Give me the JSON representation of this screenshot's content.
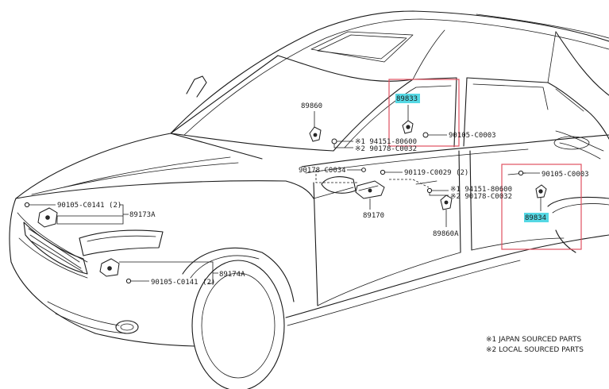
{
  "labels": {
    "p89833": "89833",
    "p89834": "89834",
    "p89860": "89860",
    "p89860a": "89860A",
    "p89170": "89170",
    "p89173a": "89173A",
    "p89174a": "89174A",
    "b90105_c0003_upper": "90105-C0003",
    "b90105_c0003_lower": "90105-C0003",
    "s94151_upper": "※1 94151-80600",
    "s90178_upper": "※2 90178-C0032",
    "s94151_lower": "※1 94151-80600",
    "s90178_lower": "※2 90178-C0032",
    "b90178_c0034": "90178-C0034",
    "b90119_c0029": "90119-C0029 (2)",
    "b90105_c0141_front": "90105-C0141 (2)",
    "b90105_c0141_lower": "90105-C0141 (2)"
  },
  "notes": {
    "japan": "※1 JAPAN SOURCED PARTS",
    "local": "※2 LOCAL SOURCED PARTS"
  },
  "colors": {
    "highlight_box": "#e05060",
    "highlight_label": "#55d8e4"
  }
}
